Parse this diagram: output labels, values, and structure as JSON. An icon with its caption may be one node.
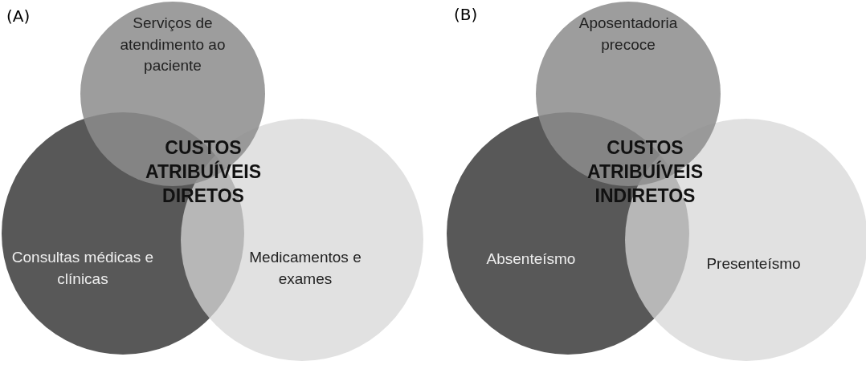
{
  "diagram": {
    "nodes": [
      {
        "text": [
          "Serviços de atendimento ao paciente"
        ]
      },
      {
        "text": [
          "Consultas médicas e clínicas"
        ]
      },
      {
        "text": [
          "Medicamentos e exames"
        ]
      },
      {
        "text": [
          "Aposentadoria precoce"
        ]
      },
      {
        "text": [
          "Absenteísmo"
        ]
      },
      {
        "text": [
          "Presenteísmo"
        ]
      }
    ],
    "edges": [],
    "labels": [
      "(A)",
      "CUSTOS ATRIBUÍVEIS DIRETOS",
      "(B)",
      "CUSTOS ATRIBUÍVEIS INDIRETOS"
    ]
  }
}
